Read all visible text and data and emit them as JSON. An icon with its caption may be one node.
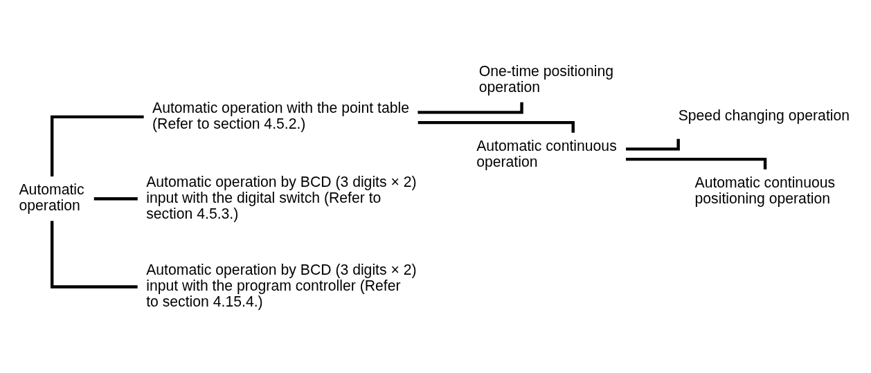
{
  "diagram": {
    "nodes": [
      {
        "text": [
          "Automatic operation"
        ]
      },
      {
        "text": [
          "Automatic operation with the point table (Refer to section 4.5.2.)"
        ]
      },
      {
        "text": [
          "Automatic operation by BCD (3 digits × 2) input with the digital switch (Refer to section 4.5.3.)"
        ]
      },
      {
        "text": [
          "Automatic operation by BCD (3 digits × 2) input with the program controller (Refer to section 4.15.4.)"
        ]
      },
      {
        "text": [
          "One-time positioning operation"
        ]
      },
      {
        "text": [
          "Automatic continuous operation"
        ]
      },
      {
        "text": [
          "Speed changing operation"
        ]
      },
      {
        "text": [
          "Automatic continuous positioning operation"
        ]
      }
    ],
    "edges": [
      {
        "from": 0,
        "to": 1,
        "arrow": "none"
      },
      {
        "from": 0,
        "to": 2,
        "arrow": "none"
      },
      {
        "from": 0,
        "to": 3,
        "arrow": "none"
      },
      {
        "from": 1,
        "to": 4,
        "arrow": "none"
      },
      {
        "from": 1,
        "to": 5,
        "arrow": "none"
      },
      {
        "from": 5,
        "to": 6,
        "arrow": "none"
      },
      {
        "from": 5,
        "to": 7,
        "arrow": "none"
      }
    ]
  }
}
